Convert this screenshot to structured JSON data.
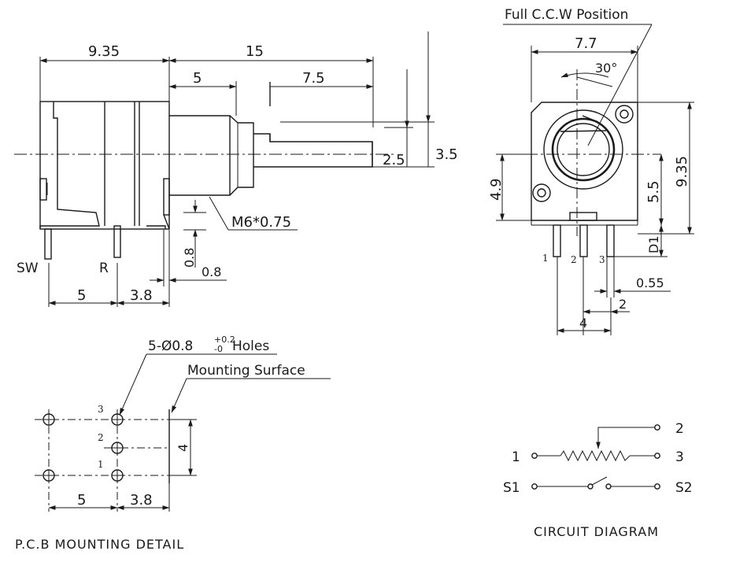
{
  "side_view": {
    "dims": {
      "body_width": "9.35",
      "total_length": "15",
      "bush_length": "5",
      "shaft_flat": "7.5",
      "flat_depth": "2.5",
      "flat_height": "3.5",
      "thread": "M6*0.75",
      "tab_height": "0.8",
      "tab_width": "0.8",
      "sw_to_r": "5",
      "r_to_bush": "3.8"
    },
    "pin_labels": {
      "sw": "SW",
      "r": "R"
    }
  },
  "front_view": {
    "title": "Full C.C.W Position",
    "dims": {
      "width": "7.7",
      "angle": "30°",
      "height": "9.35",
      "center_height": "4.9",
      "upper": "5.5",
      "pin_len": "D1",
      "pin_w": "0.55",
      "pin_pitch": "2",
      "pin_span": "4"
    },
    "pin_numbers": [
      "1",
      "2",
      "3"
    ]
  },
  "pcb": {
    "holes_label": "5-Ø0.8",
    "tol_plus": "+0.2",
    "tol_minus": "-0",
    "holes_suffix": "Holes",
    "surface_label": "Mounting Surface",
    "dims": {
      "spacing_a": "5",
      "spacing_b": "3.8",
      "height": "4"
    },
    "pin_numbers": [
      "3",
      "2",
      "1"
    ],
    "caption": "P.C.B MOUNTING DETAIL"
  },
  "circuit": {
    "terminals": {
      "t1": "1",
      "t2": "2",
      "t3": "3",
      "s1": "S1",
      "s2": "S2"
    },
    "caption": "CIRCUIT DIAGRAM"
  }
}
